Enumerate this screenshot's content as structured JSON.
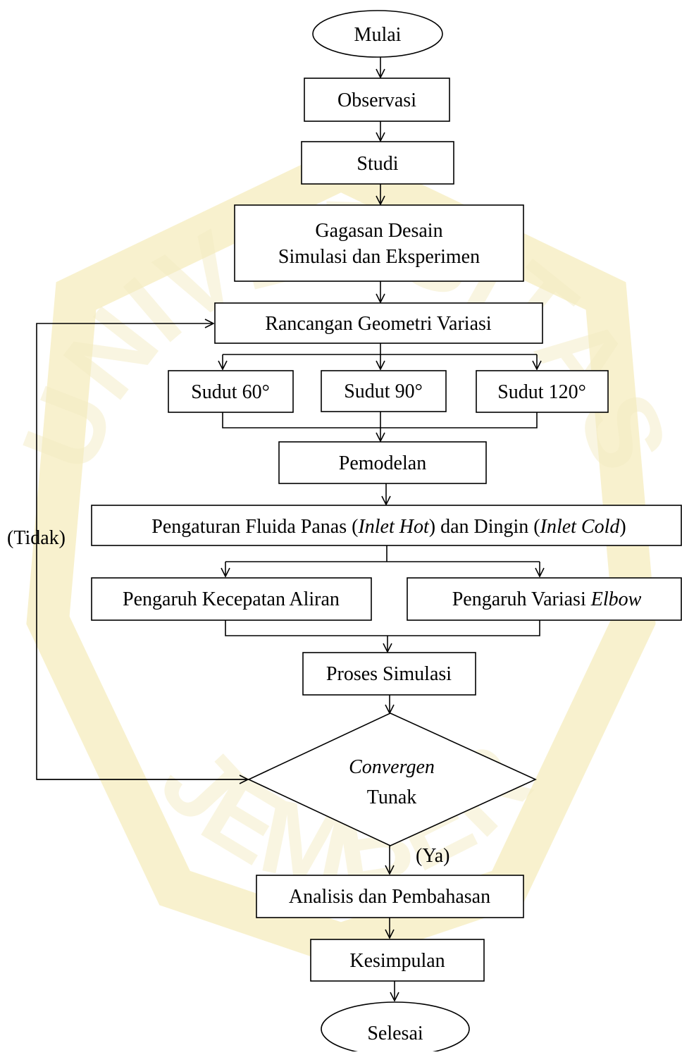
{
  "flowchart": {
    "start": "Mulai",
    "observasi": "Observasi",
    "studi": "Studi",
    "gagasan_line1": "Gagasan Desain",
    "gagasan_line2": "Simulasi dan Eksperimen",
    "rancangan": "Rancangan Geometri Variasi",
    "sudut_60": "Sudut 60°",
    "sudut_90": "Sudut 90°",
    "sudut_120": "Sudut 120°",
    "pemodelan": "Pemodelan",
    "pengaturan": {
      "part1": "Pengaturan Fluida Panas (",
      "inlet_hot": "Inlet Hot",
      "part2": ") dan Dingin (",
      "inlet_cold": "Inlet Cold",
      "part3": ")"
    },
    "pengaruh_kecepatan": "Pengaruh Kecepatan Aliran",
    "pengaruh_variasi_prefix": "Pengaruh Variasi ",
    "pengaruh_variasi_italic": "Elbow",
    "proses_simulasi": "Proses Simulasi",
    "decision_line1": "Convergen",
    "decision_line2": "Tunak",
    "label_no": "(Tidak)",
    "label_yes": "(Ya)",
    "analisis": "Analisis dan Pembahasan",
    "kesimpulan": "Kesimpulan",
    "end": "Selesai"
  },
  "watermark": {
    "top_text": "UNIVERSITAS",
    "bottom_text": "JEMBER"
  }
}
